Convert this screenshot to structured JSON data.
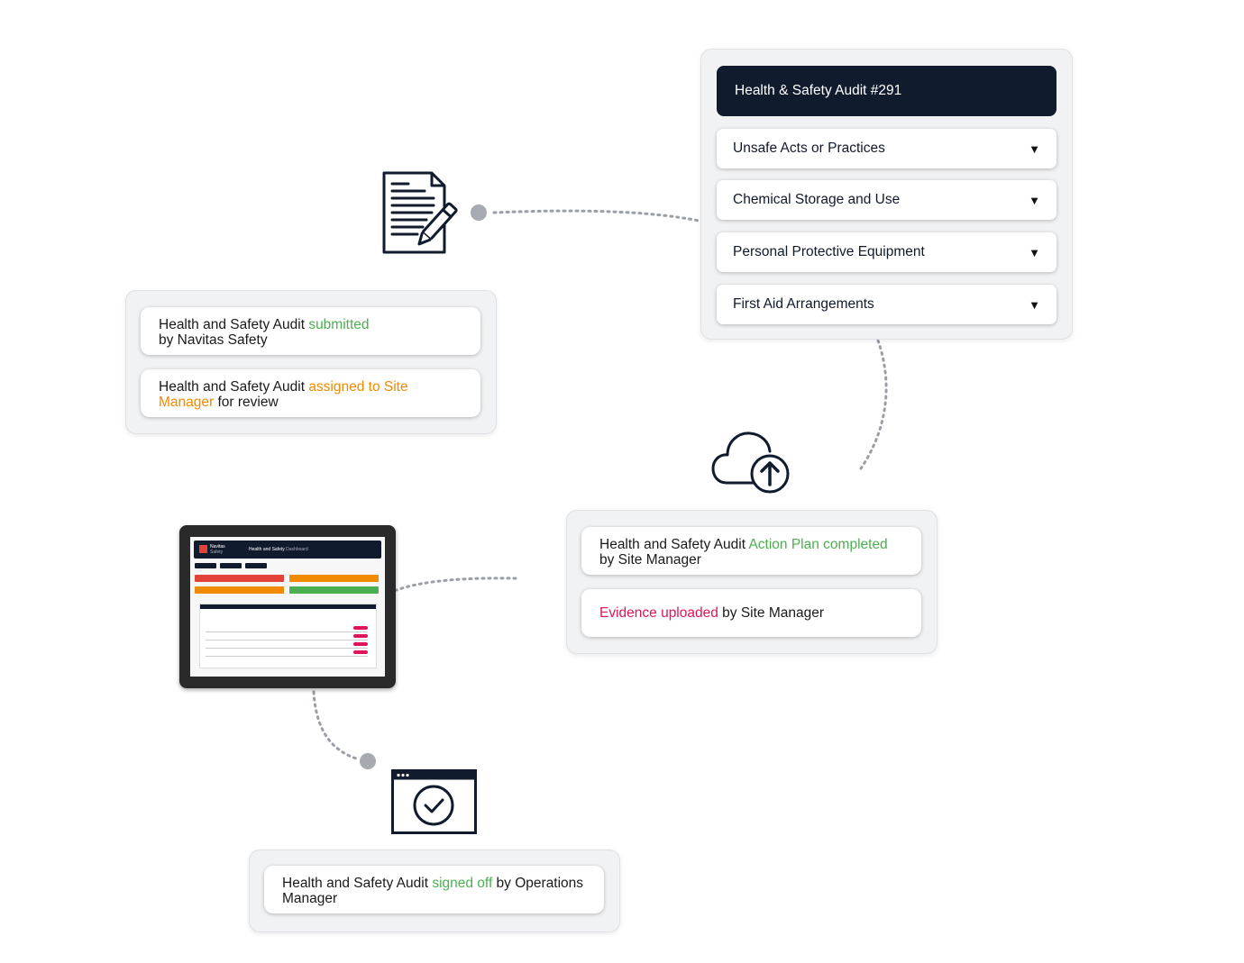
{
  "audit_panel": {
    "title": "Health & Safety Audit #291",
    "sections": [
      {
        "label": "Unsafe Acts or Practices"
      },
      {
        "label": "Chemical Storage and Use"
      },
      {
        "label": "Personal Protective Equipment"
      },
      {
        "label": "First Aid Arrangements"
      }
    ]
  },
  "events": {
    "submitted": {
      "pre": "Health and Safety Audit ",
      "highlight": "submitted",
      "post": "by Navitas Safety"
    },
    "assigned": {
      "pre": "Health and Safety Audit ",
      "highlight": "assigned to Site Manager",
      "post": " for review"
    },
    "action_plan": {
      "pre": "Health and Safety Audit ",
      "highlight": "Action Plan completed",
      "post": "by Site Manager"
    },
    "evidence": {
      "highlight": "Evidence uploaded",
      "post": " by Site Manager"
    },
    "signed_off": {
      "pre": "Health and Safety Audit ",
      "highlight": "signed off",
      "post": " by Operations Manager"
    }
  },
  "tablet": {
    "brand": "Navitas",
    "brand_sub": "Safety",
    "header": "Health and Safety",
    "header_sub": "Dashboard"
  },
  "colors": {
    "highlight_green": "#4caf50",
    "highlight_orange": "#f08a00",
    "highlight_pink": "#e0135d",
    "navy": "#111b2e"
  },
  "icons": [
    "document-pen-icon",
    "cloud-upload-icon",
    "browser-check-icon",
    "tablet-dashboard-icon"
  ]
}
